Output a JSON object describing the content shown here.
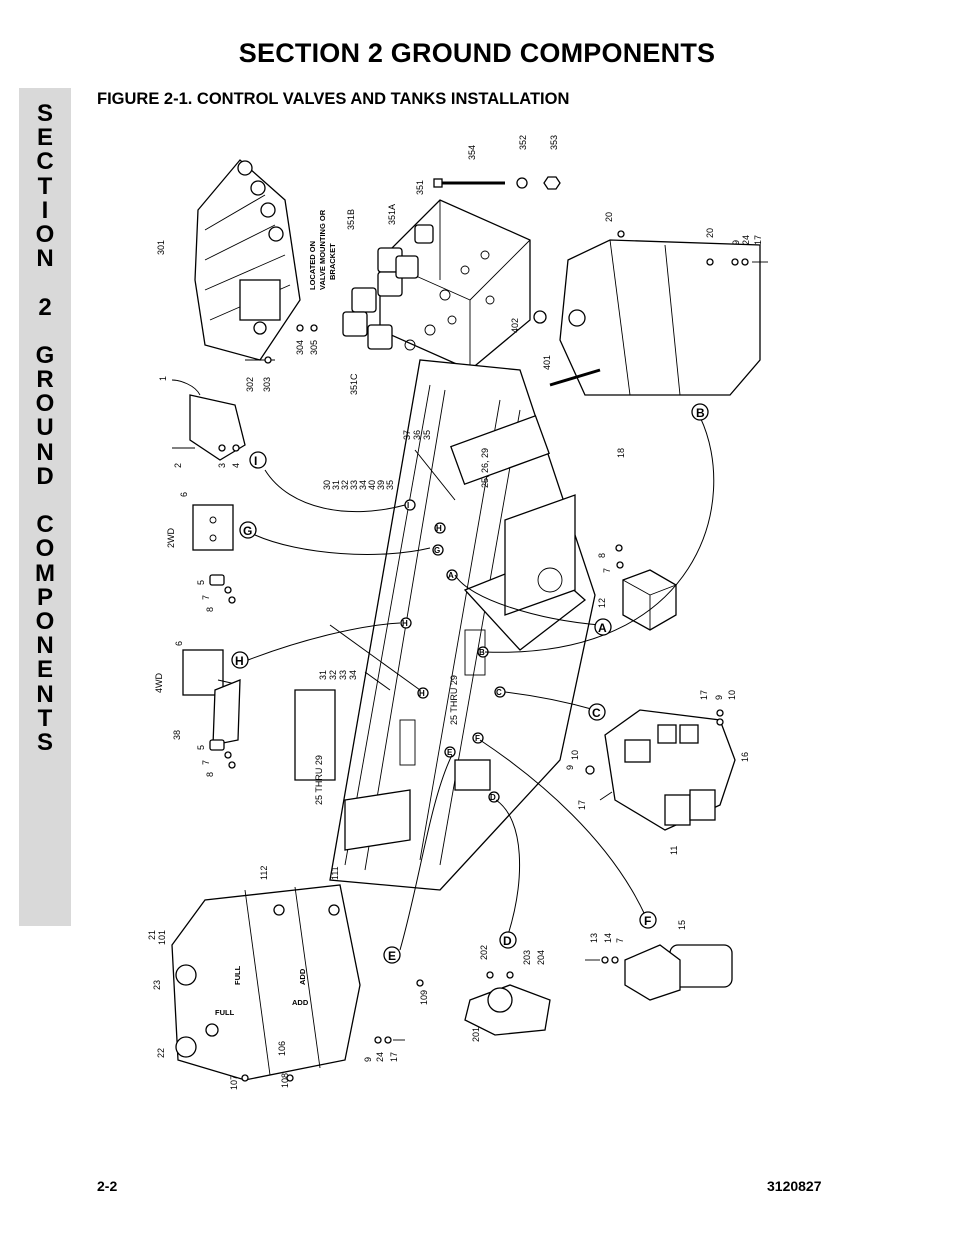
{
  "header": {
    "section_title": "SECTION 2  GROUND COMPONENTS",
    "figure_title": "FIGURE 2-1.    CONTROL VALVES AND TANKS INSTALLATION"
  },
  "side_tab": {
    "letters": [
      "S",
      "E",
      "C",
      "T",
      "I",
      "O",
      "N",
      " ",
      "2",
      " ",
      "G",
      "R",
      "O",
      "U",
      "N",
      "D",
      " ",
      "C",
      "O",
      "M",
      "P",
      "O",
      "N",
      "E",
      "N",
      "T",
      "S"
    ]
  },
  "diagram": {
    "callouts": [
      "A",
      "B",
      "C",
      "D",
      "E",
      "F",
      "G",
      "H",
      "I"
    ],
    "note_lines": [
      "LOCATED ON",
      "VALVE MOUNTING   OR",
      "BRACKET"
    ],
    "labels": {
      "p354": "354",
      "p352": "352",
      "p353": "353",
      "p351": "351",
      "p351a": "351A",
      "p351b": "351B",
      "p351c": "351C",
      "p301": "301",
      "p304": "304",
      "p305": "305",
      "p302": "302",
      "p303": "303",
      "p1": "1",
      "p2": "2",
      "p3": "3",
      "p4": "4",
      "p6a": "6",
      "p2wd": "2WD",
      "p5a": "5",
      "p7a": "7",
      "p8a": "8",
      "p6b": "6",
      "p4wd": "4WD",
      "p38": "38",
      "p5b": "5",
      "p7b": "7",
      "p8b": "8",
      "p37": "37",
      "p36": "36",
      "p35a": "35",
      "p30": "30",
      "p31a": "31",
      "p32a": "32",
      "p33a": "33",
      "p34a": "34",
      "p40": "40",
      "p39": "39",
      "p35b": "35",
      "p25_26_29": "25, 26, 29",
      "p31b": "31",
      "p32b": "32",
      "p33b": "33",
      "p34b": "34",
      "p25thru29a": "25 THRU 29",
      "p25thru29b": "25 THRU 29",
      "p402": "402",
      "p401": "401",
      "p18": "18",
      "p20a": "20",
      "p20b": "20",
      "p9a": "9",
      "p24a": "24",
      "p17a": "17",
      "p8c": "8",
      "p7c": "7",
      "p12": "12",
      "p17b": "17",
      "p9b": "9",
      "p10a": "10",
      "p9c": "9",
      "p10b": "10",
      "p17c": "17",
      "p16": "16",
      "p11": "11",
      "p112": "112",
      "p111": "111",
      "p21": "21",
      "p101": "101",
      "p23": "23",
      "p22": "22",
      "p107": "107",
      "p108": "108",
      "p106": "106",
      "p9d": "9",
      "p24b": "24",
      "p17d": "17",
      "p109": "109",
      "p202": "202",
      "p203": "203",
      "p204": "204",
      "p201": "201",
      "p13": "13",
      "p14": "14",
      "p7d": "7",
      "p15": "15",
      "full1": "FULL",
      "add1": "ADD",
      "full2": "FULL",
      "add2": "ADD"
    }
  },
  "footer": {
    "page_number": "2-2",
    "doc_number": "3120827"
  }
}
